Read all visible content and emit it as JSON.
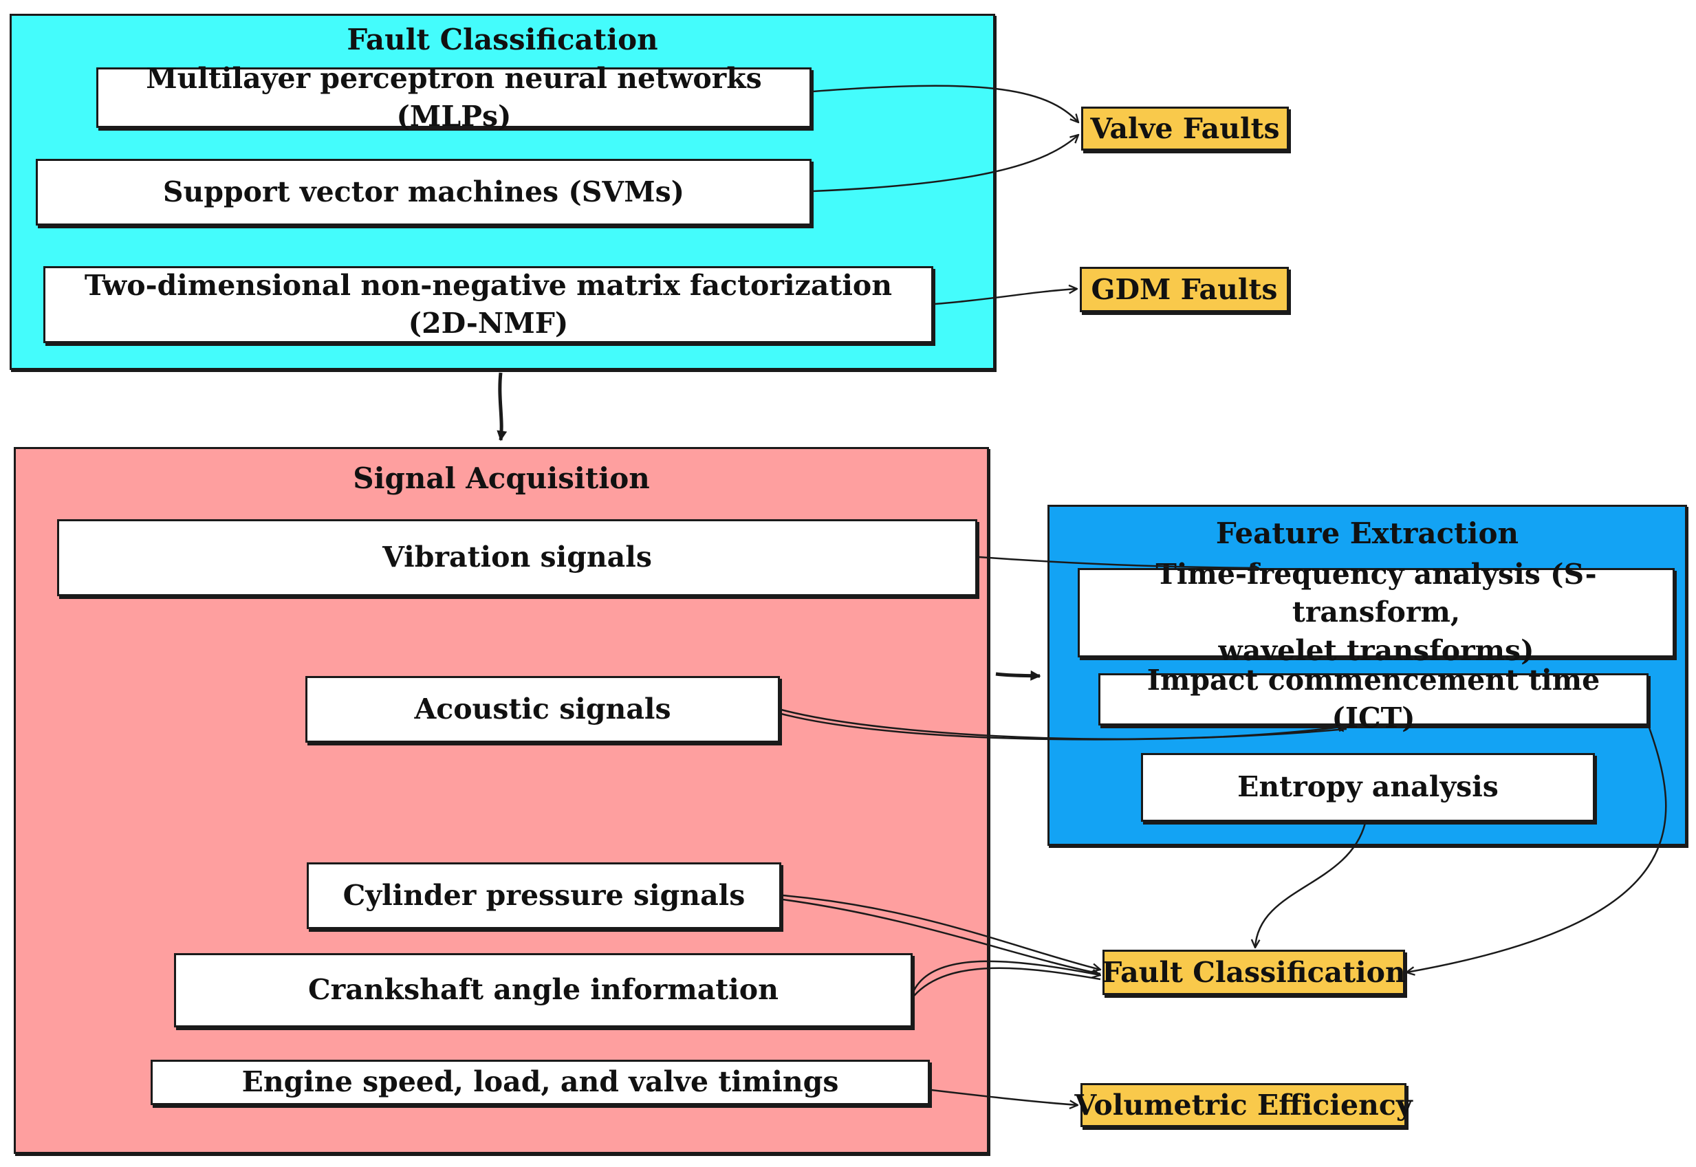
{
  "groups": {
    "fault_classification": {
      "title": "Fault Classification",
      "color": "#44fcfc"
    },
    "signal_acquisition": {
      "title": "Signal Acquisition",
      "color": "#fe9f9f"
    },
    "feature_extraction": {
      "title": "Feature Extraction",
      "color": "#13a3f4"
    }
  },
  "methods": {
    "mlp": "Multilayer perceptron neural networks (MLPs)",
    "svm": "Support vector machines (SVMs)",
    "nmf": "Two-dimensional non-negative matrix factorization (2D-NMF)"
  },
  "signals": {
    "vibration": "Vibration signals",
    "acoustic": "Acoustic signals",
    "cylinder": "Cylinder pressure signals",
    "crankshaft": "Crankshaft angle information",
    "engine": "Engine speed, load, and valve timings"
  },
  "features": {
    "tf_line1": "Time-frequency analysis (S-transform,",
    "tf_line2": "wavelet transforms)",
    "ict": "Impact commencement time (ICT)",
    "entropy": "Entropy analysis"
  },
  "outputs": {
    "valve": "Valve Faults",
    "gdm": "GDM Faults",
    "fault_class": "Fault Classification",
    "volumetric": "Volumetric Efficiency"
  },
  "colors": {
    "output_fill": "#f9c94b",
    "stroke": "#1a1a1a"
  }
}
